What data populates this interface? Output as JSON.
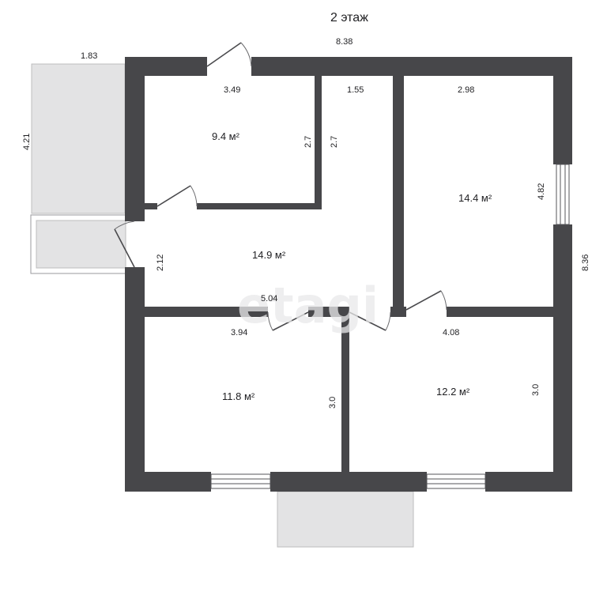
{
  "floor_title": "2 этаж",
  "watermark": "etagi",
  "dimensions": {
    "top_total": "8.38",
    "balcony_width": "1.83",
    "balcony_depth": "4.21",
    "right_total": "8.36",
    "room1_width": "3.49",
    "room1_height": "2.7",
    "corridor_height": "2.7",
    "corridor_width": "1.55",
    "room2_width": "2.98",
    "room2_height": "4.82",
    "hall_height": "2.12",
    "hall_width": "5.04",
    "room3_width": "3.94",
    "room3_height": "3.0",
    "room4_width": "4.08",
    "room4_height": "3.0"
  },
  "rooms": [
    {
      "id": "room-top-left",
      "area": "9.4 м²"
    },
    {
      "id": "room-top-right",
      "area": "14.4 м²"
    },
    {
      "id": "hall",
      "area": "14.9 м²"
    },
    {
      "id": "room-bottom-left",
      "area": "11.8 м²"
    },
    {
      "id": "room-bottom-right",
      "area": "12.2 м²"
    }
  ],
  "colors": {
    "wall": "#47474a",
    "balcony": "#e3e3e4",
    "background": "#ffffff"
  }
}
